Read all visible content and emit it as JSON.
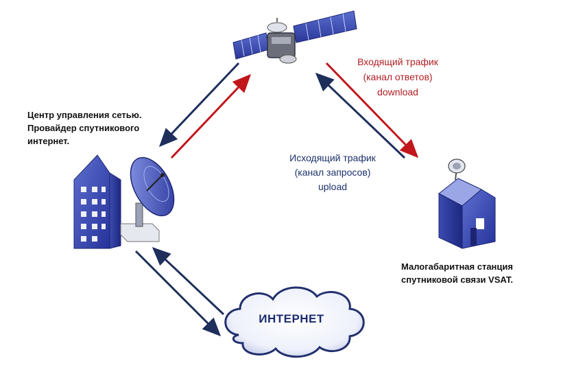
{
  "labels": {
    "network_center": [
      "Центр управления сетью.",
      "Провайдер спутникового",
      "интернет."
    ],
    "vsat_station": [
      "Малогабаритная станция",
      "спутниковой связи VSAT."
    ],
    "incoming_traffic": [
      "Входящий трафик",
      "(канал ответов)",
      "download"
    ],
    "outgoing_traffic": [
      "Исходящий трафик",
      "(канал запросов)",
      "upload"
    ],
    "internet": "ИНТЕРНЕТ"
  },
  "icons": [
    "satellite-icon",
    "office-building-icon",
    "satellite-dish-icon",
    "vsat-house-icon",
    "internet-cloud-icon"
  ],
  "colors": {
    "incoming": "#b01e24",
    "outgoing": "#1c2f6a",
    "building": "#3546a8",
    "arrow_dark": "#1e2f5c",
    "arrow_red": "#c0161c"
  }
}
